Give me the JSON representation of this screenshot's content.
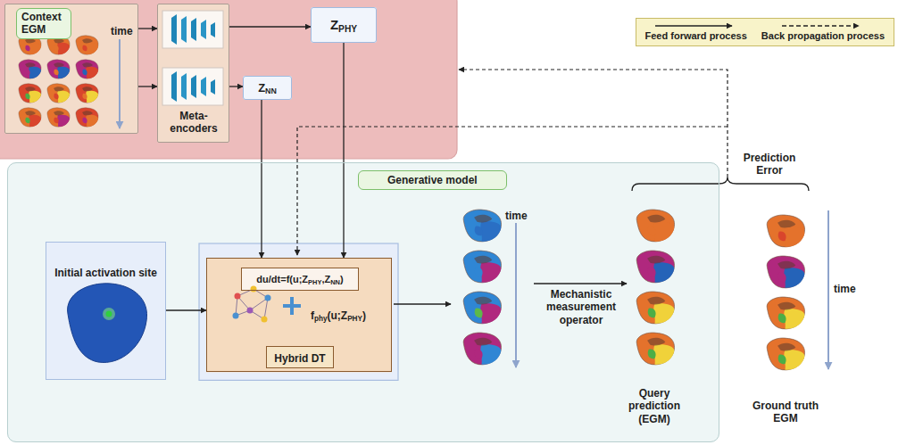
{
  "diagram": {
    "nodes": [
      {
        "text": [
          "Context EGM",
          "time"
        ]
      },
      {
        "text": [
          "Meta- encoders"
        ]
      },
      {
        "text": [
          "ZPHY"
        ]
      },
      {
        "text": [
          "ZNN"
        ]
      },
      {
        "text": [
          "Generative model"
        ]
      },
      {
        "text": [
          "Initial activation site"
        ],
        "in": 4
      },
      {
        "text": [
          "fphy(u;ZPHY)"
        ],
        "in": 4
      },
      {
        "text": [
          "du/dt=f(u;ZPHY,ZNN)"
        ],
        "in": 6
      },
      {
        "text": [
          "Hybrid DT"
        ],
        "in": 6
      }
    ],
    "edges": [
      {
        "from": 0,
        "to": 1,
        "arrow": "to"
      },
      {
        "from": 0,
        "to": 1,
        "arrow": "to"
      },
      {
        "from": 1,
        "to": 2,
        "arrow": "to"
      },
      {
        "from": 1,
        "to": 3,
        "arrow": "to"
      },
      {
        "from": 3,
        "to": 6,
        "arrow": "to"
      },
      {
        "from": 2,
        "to": 6,
        "arrow": "to"
      },
      {
        "from": 5,
        "to": 6,
        "arrow": "to"
      }
    ],
    "labels": [
      "time",
      "Mechanistic measurement operator",
      "Query prediction (EGM)",
      "Prediction Error",
      "time",
      "Ground truth EGM"
    ],
    "legend": [
      {
        "text": "Feed forward process"
      },
      {
        "text": "Back propagation process"
      }
    ]
  }
}
